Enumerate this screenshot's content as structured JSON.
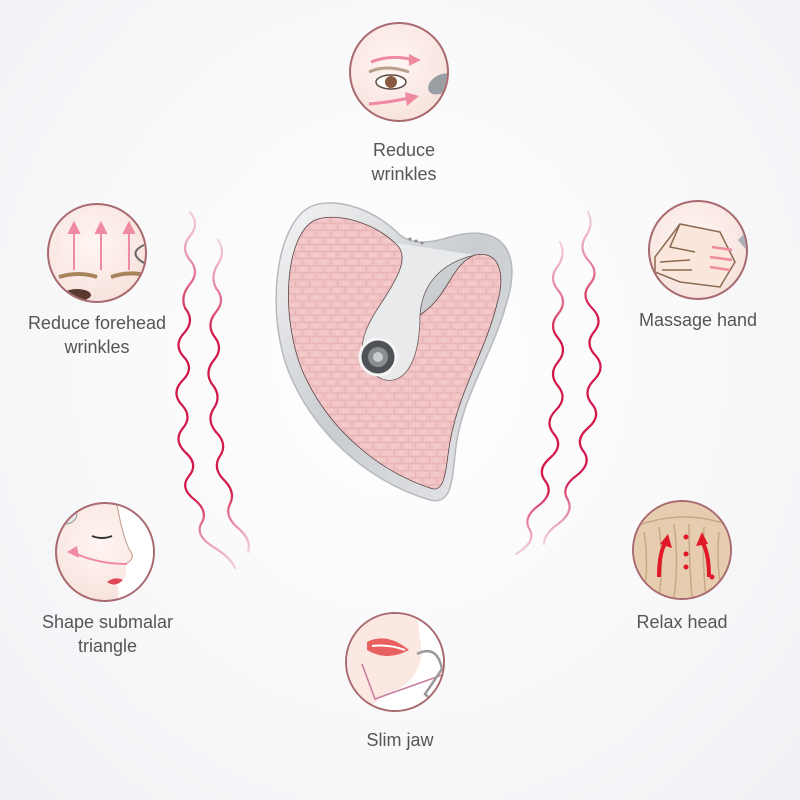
{
  "features": [
    {
      "id": "reduce-wrinkles",
      "label_line1": "Reduce",
      "label_line2": "wrinkles",
      "icon": "eye-massage-icon"
    },
    {
      "id": "reduce-forehead-wrinkles",
      "label_line1": "Reduce forehead",
      "label_line2": "wrinkles",
      "icon": "forehead-arrows-icon"
    },
    {
      "id": "massage-hand",
      "label_line1": "Massage hand",
      "label_line2": "",
      "icon": "hand-massage-icon"
    },
    {
      "id": "shape-submalar-triangle",
      "label_line1": "Shape submalar",
      "label_line2": "triangle",
      "icon": "face-profile-icon"
    },
    {
      "id": "relax-head",
      "label_line1": "Relax head",
      "label_line2": "",
      "icon": "head-scalp-icon"
    },
    {
      "id": "slim-jaw",
      "label_line1": "Slim jaw",
      "label_line2": "",
      "icon": "jaw-lips-icon"
    }
  ],
  "colors": {
    "circle_border": "#a86a6e",
    "wave": "#d2184a",
    "device_pink": "#f2c4c4",
    "device_silver": "#d8dadd",
    "text": "#555555"
  }
}
